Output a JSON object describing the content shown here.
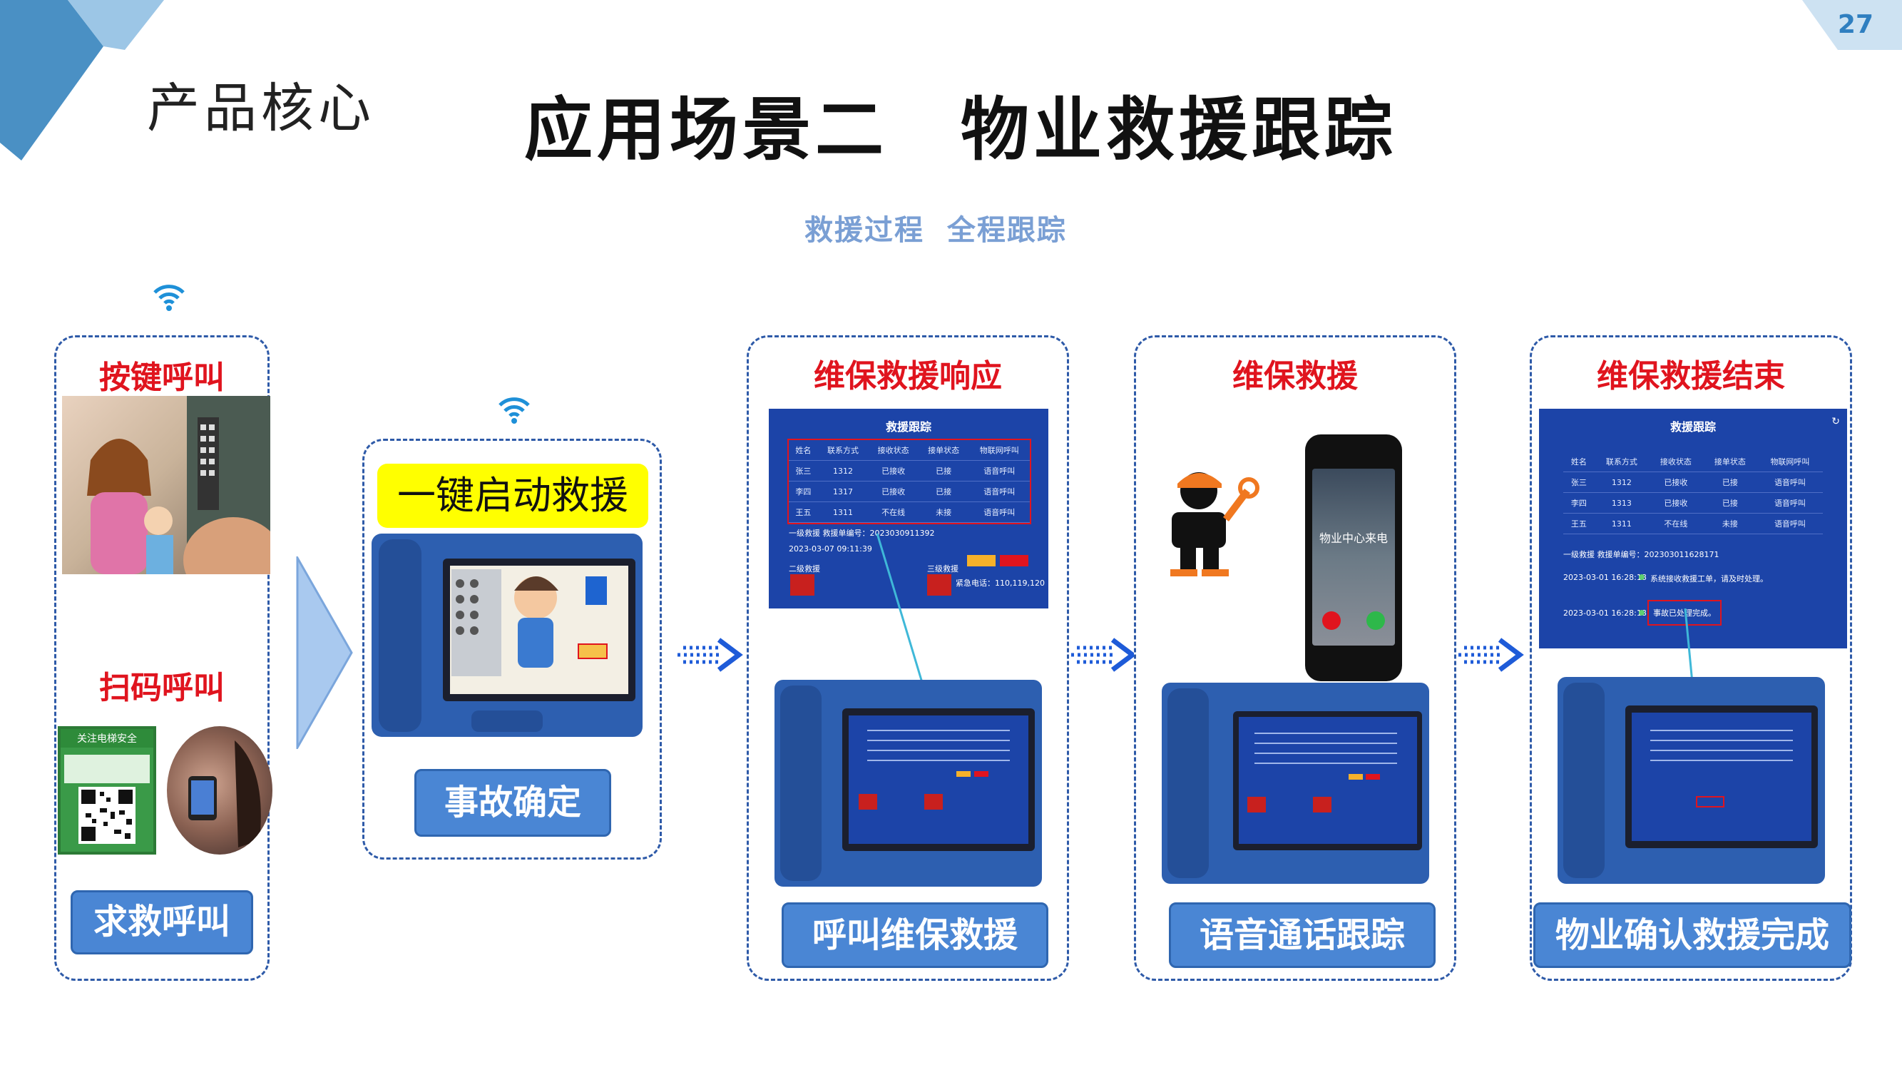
{
  "header": {
    "section_title": "产品核心",
    "main_title": "应用场景二　物业救援跟踪",
    "subtitle": "救援过程  全程跟踪",
    "page_number": "27"
  },
  "panel1": {
    "title_top": "按键呼叫",
    "title_mid": "扫码呼叫",
    "button": "求救呼叫",
    "qr_caption": "关注电梯安全"
  },
  "panel2": {
    "banner": "一键启动救援",
    "button": "事故确定"
  },
  "panel3": {
    "title": "维保救援响应",
    "button": "呼叫维保救援",
    "screen": {
      "title": "救援跟踪",
      "headers": [
        "姓名",
        "联系方式",
        "接收状态",
        "接单状态",
        "物联网呼叫"
      ],
      "rows": [
        [
          "张三",
          "1312",
          "已接收",
          "已接",
          "语音呼叫"
        ],
        [
          "李四",
          "1317",
          "已接收",
          "已接",
          "语音呼叫"
        ],
        [
          "王五",
          "1311",
          "不在线",
          "未接",
          "语音呼叫"
        ]
      ],
      "level1": "一级救援  救援单编号：2023030911392",
      "time1": "2023-03-07 09:11:39",
      "level2": "二级救援",
      "level3": "三级救援",
      "emergency": "紧急电话：110,119,120"
    }
  },
  "panel4": {
    "title": "维保救援",
    "button": "语音通话跟踪",
    "phone_caller": "物业中心来电"
  },
  "panel5": {
    "title": "维保救援结束",
    "button": "物业确认救援完成",
    "screen": {
      "title": "救援跟踪",
      "headers": [
        "姓名",
        "联系方式",
        "接收状态",
        "接单状态",
        "物联网呼叫"
      ],
      "rows": [
        [
          "张三",
          "1312",
          "已接收",
          "已接",
          "语音呼叫"
        ],
        [
          "李四",
          "1313",
          "已接收",
          "已接",
          "语音呼叫"
        ],
        [
          "王五",
          "1311",
          "不在线",
          "未接",
          "语音呼叫"
        ]
      ],
      "level1": "一级救援  救援单编号：202303011628171",
      "time1": "2023-03-01 16:28:18",
      "msg1": "系统接收救援工单，请及时处理。",
      "time2": "2023-03-01 16:28:18",
      "msg2": "事故已处理完成。"
    }
  },
  "colors": {
    "accent_blue": "#4a86d4",
    "title_red": "#e0141e",
    "dash_border": "#2e5aa8",
    "screen_blue": "#1c44a8",
    "subtitle_blue": "#7a9fd4"
  }
}
